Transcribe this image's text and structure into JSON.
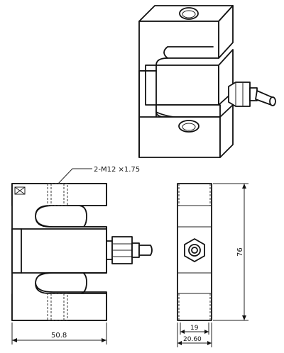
{
  "annotations": {
    "thread_callout": "2-M12 ×1.75",
    "dim_width_front": "50.8",
    "dim_height_side": "76",
    "dim_depth_inner": "19",
    "dim_depth_outer": "20.60"
  },
  "colors": {
    "line": "#111111",
    "background": "#ffffff"
  }
}
